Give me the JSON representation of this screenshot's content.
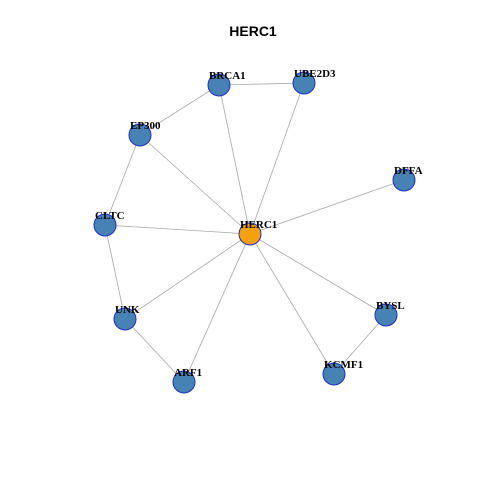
{
  "title": "HERC1",
  "colors": {
    "center_node": "#f5a00f",
    "node": "#4682b4",
    "node_stroke": "#1f2fbf",
    "edge": "#a8a8a8"
  },
  "nodes": [
    {
      "id": "HERC1",
      "label": "HERC1",
      "center": true
    },
    {
      "id": "BRCA1",
      "label": "BRCA1"
    },
    {
      "id": "UBE2D3",
      "label": "UBE2D3"
    },
    {
      "id": "EP300",
      "label": "EP300"
    },
    {
      "id": "DFFA",
      "label": "DFFA"
    },
    {
      "id": "CLTC",
      "label": "CLTC"
    },
    {
      "id": "UNK",
      "label": "UNK"
    },
    {
      "id": "BYSL",
      "label": "BYSL"
    },
    {
      "id": "ARF1",
      "label": "ARF1"
    },
    {
      "id": "KCMF1",
      "label": "KCMF1"
    }
  ],
  "edges": [
    [
      "HERC1",
      "BRCA1"
    ],
    [
      "HERC1",
      "UBE2D3"
    ],
    [
      "HERC1",
      "EP300"
    ],
    [
      "HERC1",
      "DFFA"
    ],
    [
      "HERC1",
      "CLTC"
    ],
    [
      "HERC1",
      "UNK"
    ],
    [
      "HERC1",
      "ARF1"
    ],
    [
      "HERC1",
      "KCMF1"
    ],
    [
      "HERC1",
      "BYSL"
    ],
    [
      "BRCA1",
      "UBE2D3"
    ],
    [
      "BRCA1",
      "EP300"
    ],
    [
      "EP300",
      "CLTC"
    ],
    [
      "CLTC",
      "UNK"
    ],
    [
      "UNK",
      "ARF1"
    ],
    [
      "BYSL",
      "KCMF1"
    ]
  ]
}
